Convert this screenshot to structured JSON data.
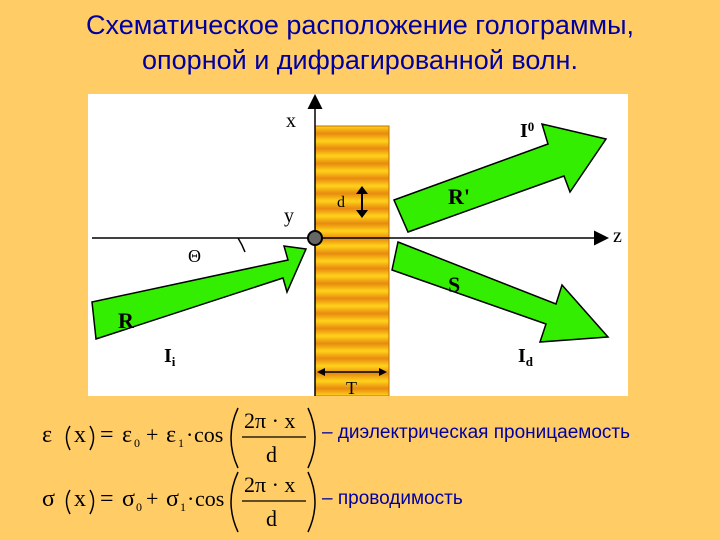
{
  "title": {
    "line1": "Схематическое расположение голограммы,",
    "line2": "опорной и дифрагированной волн."
  },
  "diagram": {
    "axis_x_label": "x",
    "axis_y_label": "y",
    "axis_z_label": "z",
    "angle_label": "Θ",
    "period_label": "d",
    "thickness_label": "T",
    "arrow_reference_label": "R",
    "arrow_reference_intensity_base": "I",
    "arrow_reference_intensity_sub": "i",
    "arrow_transmitted_intensity_base": "I",
    "arrow_transmitted_intensity_sub": "0",
    "arrow_reconstructed_label": "R'",
    "arrow_signal_label": "S",
    "arrow_diffracted_intensity_base": "I",
    "arrow_diffracted_intensity_sub": "d",
    "colors": {
      "background": "#FFCC66",
      "panel": "#FFFFFF",
      "arrow_fill": "#33EE00",
      "arrow_stroke": "#000000",
      "hologram_light": "#FFD21A",
      "hologram_dark": "#E88A10",
      "title_text": "#0000A0"
    }
  },
  "formulas": {
    "epsilon": {
      "lhs_symbol": "ε",
      "var": "x",
      "eq": "=",
      "term0": "ε",
      "term0_sub": "0",
      "plus": "+",
      "term1": "ε",
      "term1_sub": "1",
      "dot": "·",
      "cos": "cos",
      "numerator": "2π · x",
      "denominator": "d",
      "description": "– диэлектрическая проницаемость"
    },
    "sigma": {
      "lhs_symbol": "σ",
      "var": "x",
      "eq": "=",
      "term0": "σ",
      "term0_sub": "0",
      "plus": "+",
      "term1": "σ",
      "term1_sub": "1",
      "dot": "·",
      "cos": "cos",
      "numerator": "2π · x",
      "denominator": "d",
      "description": "– проводимость"
    }
  }
}
